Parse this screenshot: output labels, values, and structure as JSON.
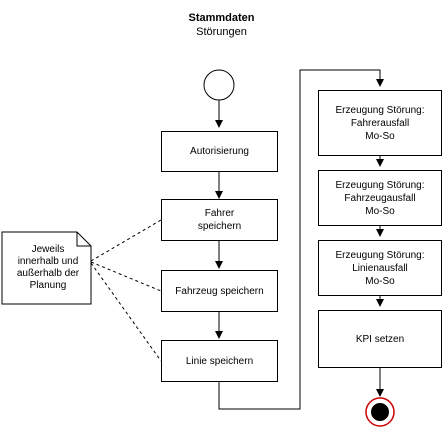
{
  "diagram": {
    "title": "Stammdaten",
    "subtitle": "Störungen",
    "left_flow": [
      {
        "id": "autorisierung",
        "label": "Autorisierung"
      },
      {
        "id": "fahrer",
        "label": "Fahrer\nspeichern"
      },
      {
        "id": "fahrzeug",
        "label": "Fahrzeug speichern"
      },
      {
        "id": "linie",
        "label": "Linie speichern"
      }
    ],
    "right_flow": [
      {
        "id": "stoerung-fahrerausfall",
        "label": "Erzeugung Störung:\nFahrerausfall\nMo-So"
      },
      {
        "id": "stoerung-fahrzeugausfall",
        "label": "Erzeugung Störung:\nFahrzeugausfall\nMo-So"
      },
      {
        "id": "stoerung-linienausfall",
        "label": "Erzeugung Störung:\nLinienausfall\nMo-So"
      },
      {
        "id": "kpi",
        "label": "KPI setzen"
      }
    ],
    "note": "Jeweils\ninnerhalb und\naußerhalb der\nPlanung",
    "colors": {
      "stroke": "#000000",
      "end_ring": "#cc0000",
      "background": "#ffffff"
    }
  }
}
